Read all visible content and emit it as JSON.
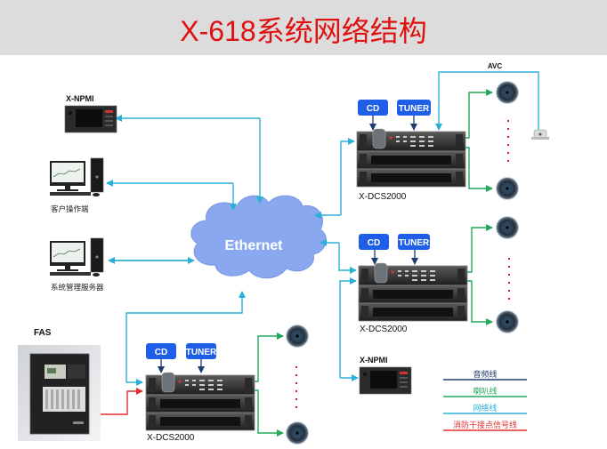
{
  "header": {
    "title": "X-618系统网络结构"
  },
  "nodes": {
    "npmi_top": {
      "label": "X-NPMI"
    },
    "client": {
      "label": "客户操作端"
    },
    "server": {
      "label": "系统管理服务器"
    },
    "ethernet": {
      "label": "Ethernet"
    },
    "fas": {
      "label": "FAS"
    },
    "dcs_top": {
      "label": "X-DCS2000",
      "cd": "CD",
      "tuner": "TUNER"
    },
    "dcs_mid": {
      "label": "X-DCS2000",
      "cd": "CD",
      "tuner": "TUNER"
    },
    "dcs_bottom": {
      "label": "X-DCS2000",
      "cd": "CD",
      "tuner": "TUNER"
    },
    "npmi_bottom": {
      "label": "X-NPMI"
    },
    "avc": {
      "label": "AVC"
    }
  },
  "legend": {
    "items": [
      {
        "label": "音频线",
        "color": "#1f3a6e"
      },
      {
        "label": "喇叭线",
        "color": "#22a85a"
      },
      {
        "label": "网络线",
        "color": "#2ab0d8"
      },
      {
        "label": "消防干接点信号线",
        "color": "#e03030"
      }
    ]
  },
  "colors": {
    "network": "#2ab0d8",
    "speaker": "#22a85a",
    "audio": "#1f3a6e",
    "fire": "#e03030",
    "cloud": "#8aa8f0",
    "button": "#1f5fe8",
    "title": "#e01010"
  }
}
